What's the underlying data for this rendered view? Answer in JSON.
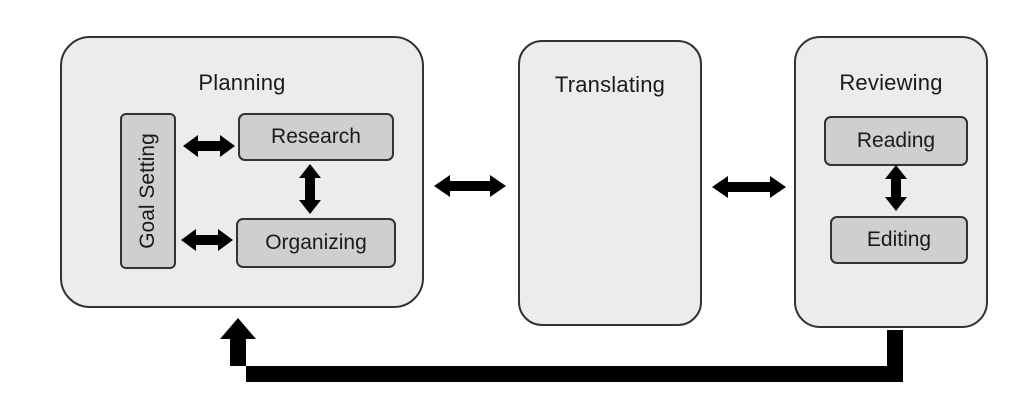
{
  "planning": {
    "title": "Planning",
    "goal_setting": "Goal Setting",
    "research": "Research",
    "organizing": "Organizing"
  },
  "translating": {
    "title": "Translating"
  },
  "reviewing": {
    "title": "Reviewing",
    "reading": "Reading",
    "editing": "Editing"
  },
  "colors": {
    "panel_fill": "#ececec",
    "subbox_fill": "#cfcfcf",
    "stroke": "#333333",
    "arrow": "#000000"
  }
}
